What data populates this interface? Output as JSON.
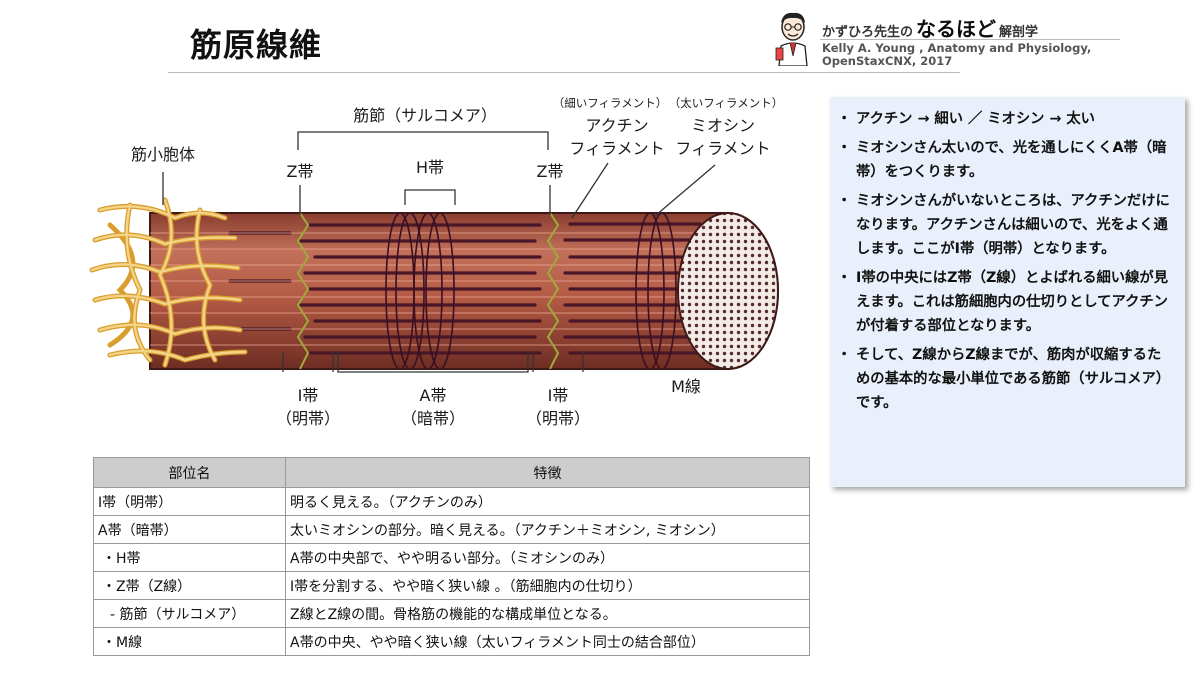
{
  "header": {
    "title": "筋原線維",
    "brand_pre": "かずひろ先生の",
    "brand_main": "なるほど",
    "brand_post": "解剖学",
    "credit_line1": "Kelly A. Young , Anatomy and Physiology,",
    "credit_line2": "OpenStaxCNX, 2017"
  },
  "diagram": {
    "sarcomere": "筋節（サルコメア）",
    "sarcoplasmic": "筋小胞体",
    "z_left": "Z帯",
    "z_right": "Z帯",
    "h_band": "H帯",
    "thin_note": "（細いフィラメント）",
    "thick_note": "（太いフィラメント）",
    "actin_line1": "アクチン",
    "actin_line2": "フィラメント",
    "myosin_line1": "ミオシン",
    "myosin_line2": "フィラメント",
    "i_left_1": "I帯",
    "i_left_2": "（明帯）",
    "a_band_1": "A帯",
    "a_band_2": "（暗帯）",
    "i_right_1": "I帯",
    "i_right_2": "（明帯）",
    "m_line": "M線"
  },
  "notes": [
    "アクチン → 細い ／ ミオシン → 太い",
    "ミオシンさん太いので、光を通しにくくA帯（暗帯）をつくります。",
    "ミオシンさんがいないところは、アクチンだけになります。アクチンさんは細いので、光をよく通します。ここがI帯（明帯）となります。",
    "I帯の中央にはZ帯（Z線）とよばれる細い線が見えます。これは筋細胞内の仕切りとしてアクチンが付着する部位となります。",
    "そして、Z線からZ線までが、筋肉が収縮するための基本的な最小単位である筋節（サルコメア）です。"
  ],
  "table": {
    "headers": [
      "部位名",
      "特徴"
    ],
    "rows": [
      {
        "name": "I帯（明帯）",
        "desc": "明るく見える。（アクチンのみ）"
      },
      {
        "name": "A帯（暗帯）",
        "desc": "太いミオシンの部分。暗く見える。（アクチン＋ミオシン, ミオシン）"
      },
      {
        "name": "・H帯",
        "desc": "A帯の中央部で、やや明るい部分。（ミオシンのみ）"
      },
      {
        "name": "・Z帯（Z線）",
        "desc": "I帯を分割する、やや暗く狭い線 。（筋細胞内の仕切り）"
      },
      {
        "name": "- 筋節（サルコメア）",
        "desc": "Z線とZ線の間。骨格筋の機能的な構成単位となる。"
      },
      {
        "name": "・M線",
        "desc": "A帯の中央、やや暗く狭い線（太いフィラメント同士の結合部位）"
      }
    ]
  },
  "colors": {
    "fiber": "#b35a44",
    "fiber_light": "#cf7f66",
    "filament_dark": "#4a1728",
    "z_line": "#9dab3a",
    "reticulum": "#f0c76a",
    "info_bg": "#e9f0fb",
    "table_header": "#cdcdcd"
  }
}
